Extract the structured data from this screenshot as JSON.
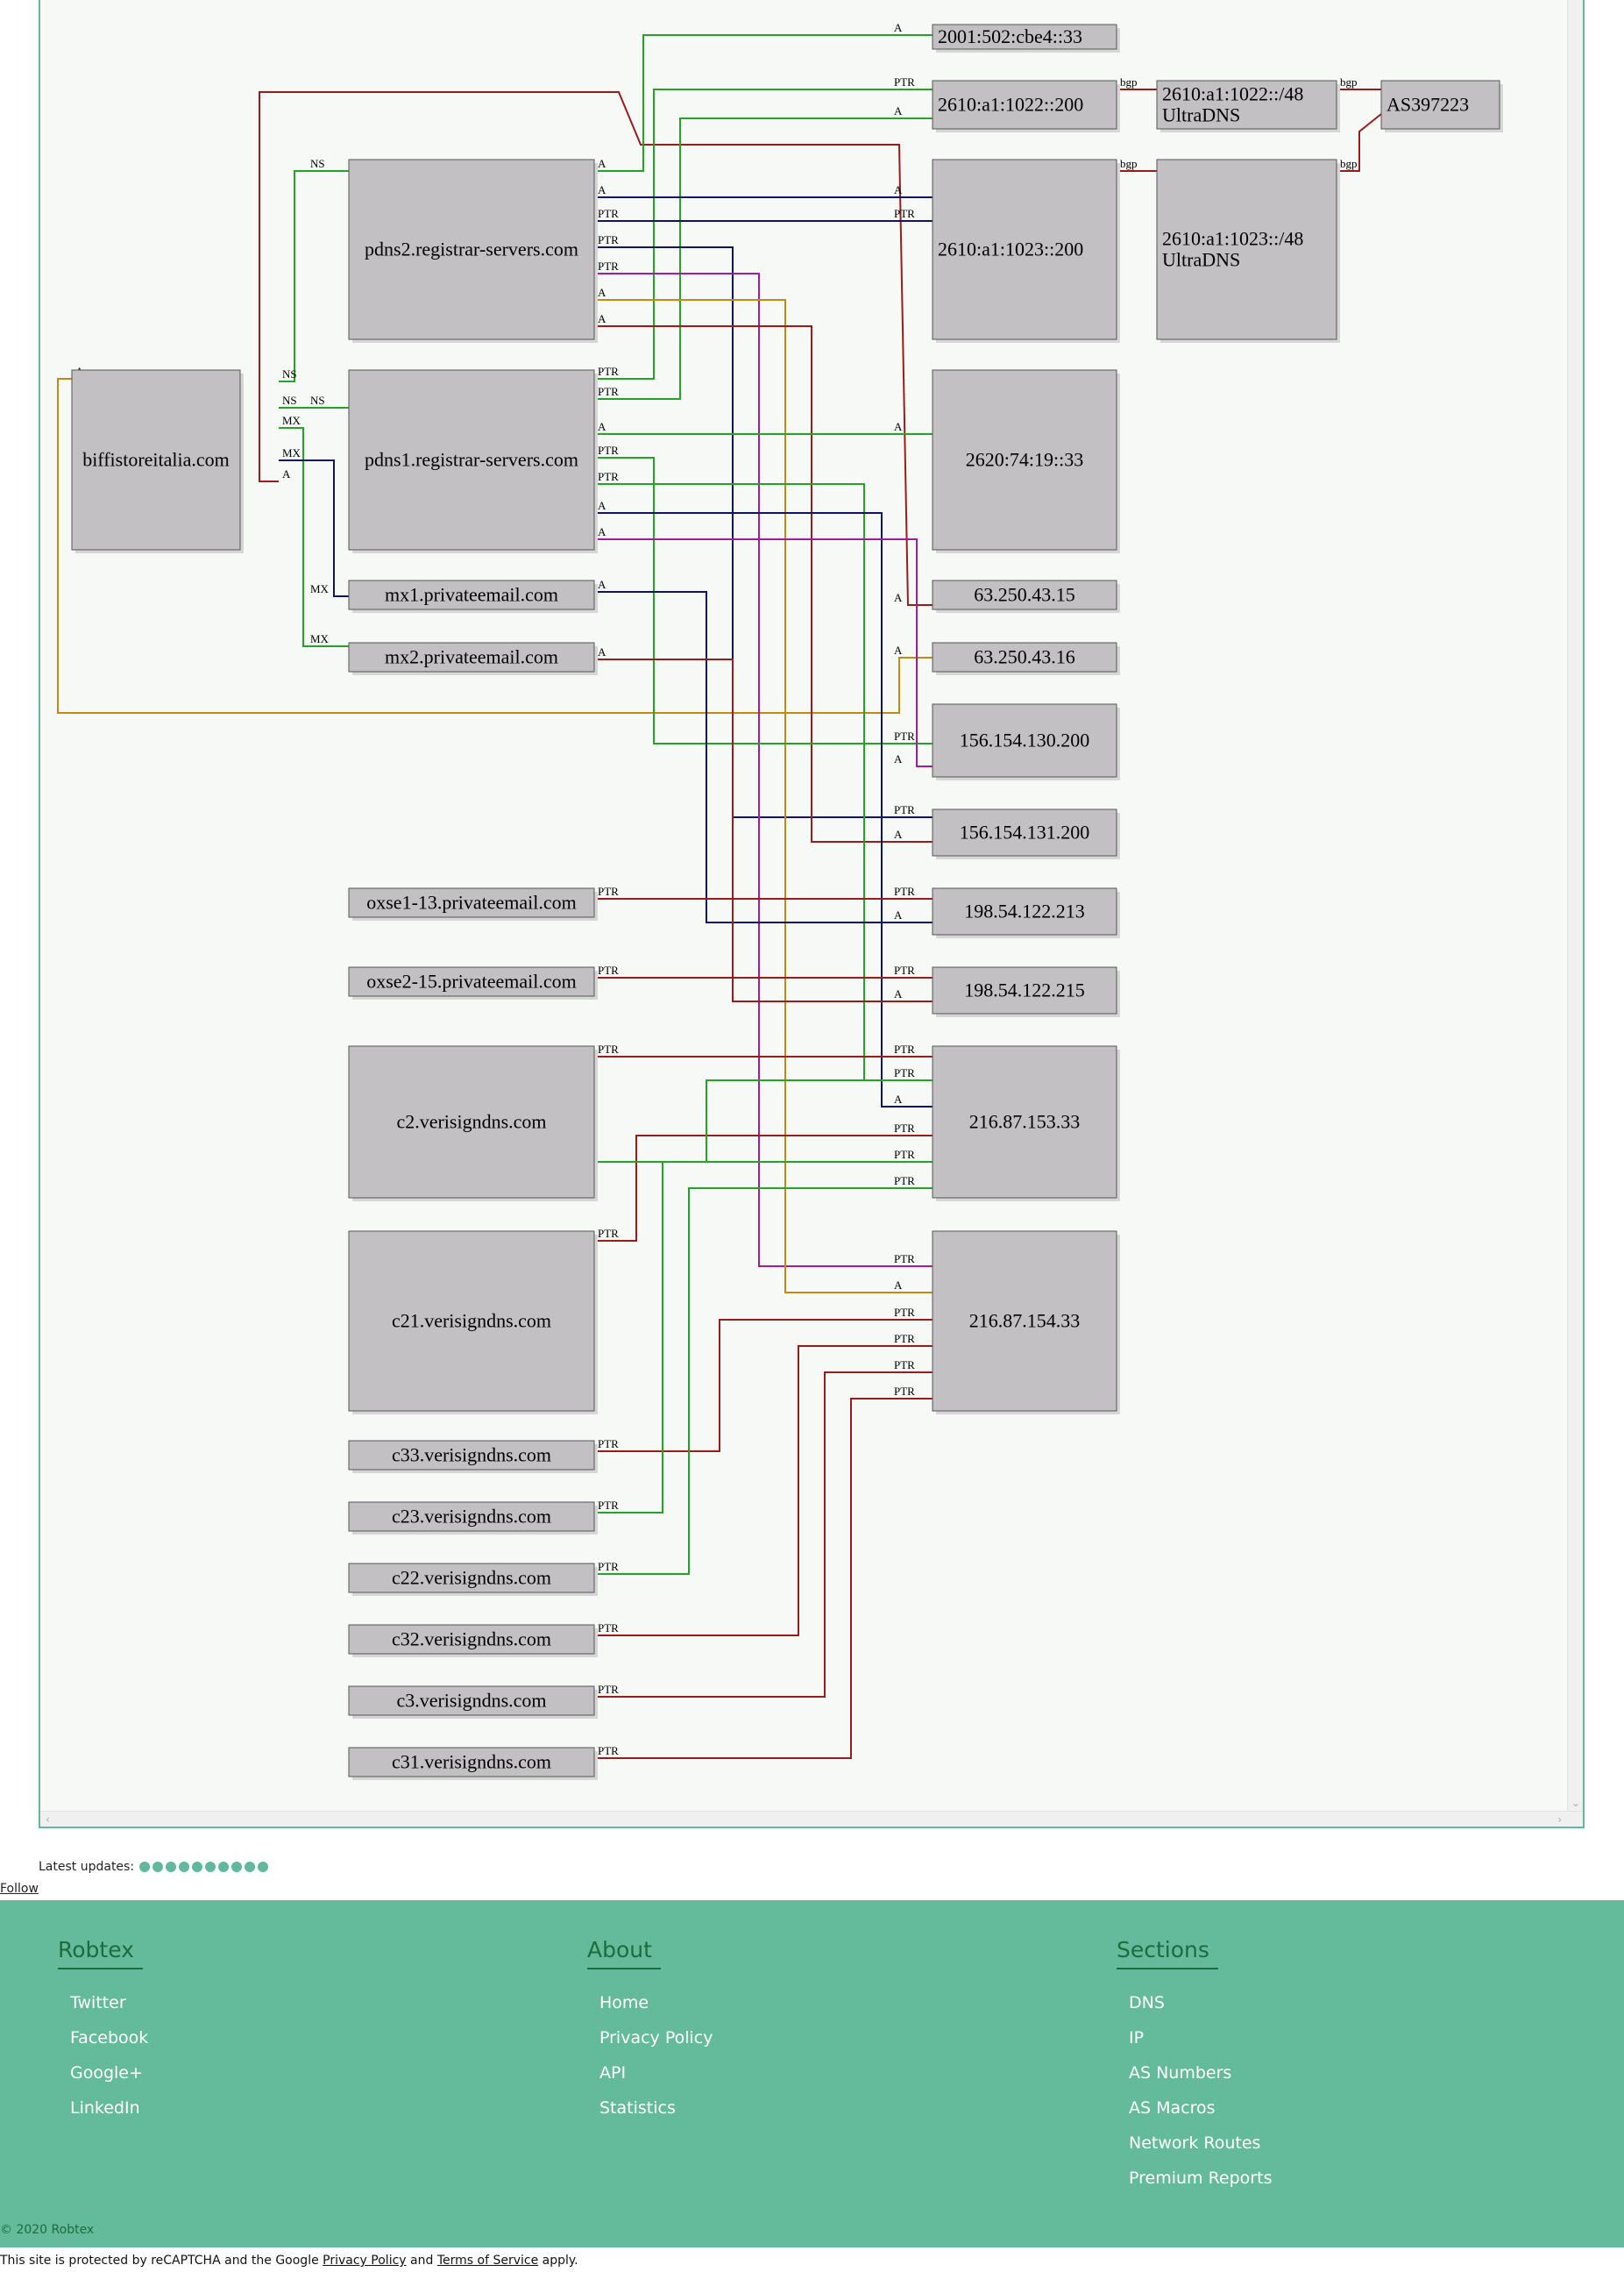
{
  "graph": {
    "nodes": [
      {
        "id": "biff",
        "label": [
          "biffistoreitalia.com"
        ]
      },
      {
        "id": "pdns2",
        "label": [
          "pdns2.registrar-servers.com"
        ]
      },
      {
        "id": "pdns1",
        "label": [
          "pdns1.registrar-servers.com"
        ]
      },
      {
        "id": "mx1",
        "label": [
          "mx1.privateemail.com"
        ]
      },
      {
        "id": "mx2",
        "label": [
          "mx2.privateemail.com"
        ]
      },
      {
        "id": "oxse113",
        "label": [
          "oxse1-13.privateemail.com"
        ]
      },
      {
        "id": "oxse215",
        "label": [
          "oxse2-15.privateemail.com"
        ]
      },
      {
        "id": "c2",
        "label": [
          "c2.verisigndns.com"
        ]
      },
      {
        "id": "c21",
        "label": [
          "c21.verisigndns.com"
        ]
      },
      {
        "id": "c33",
        "label": [
          "c33.verisigndns.com"
        ]
      },
      {
        "id": "c23",
        "label": [
          "c23.verisigndns.com"
        ]
      },
      {
        "id": "c22",
        "label": [
          "c22.verisigndns.com"
        ]
      },
      {
        "id": "c32",
        "label": [
          "c32.verisigndns.com"
        ]
      },
      {
        "id": "c3",
        "label": [
          "c3.verisigndns.com"
        ]
      },
      {
        "id": "c31",
        "label": [
          "c31.verisigndns.com"
        ]
      },
      {
        "id": "ip2001",
        "label": [
          "2001:502:cbe4::33"
        ]
      },
      {
        "id": "ip1022",
        "label": [
          "2610:a1:1022::200"
        ]
      },
      {
        "id": "ip1023",
        "label": [
          "2610:a1:1023::200"
        ]
      },
      {
        "id": "ip2620",
        "label": [
          "2620:74:19::33"
        ]
      },
      {
        "id": "ip6315",
        "label": [
          "63.250.43.15"
        ]
      },
      {
        "id": "ip6316",
        "label": [
          "63.250.43.16"
        ]
      },
      {
        "id": "ip130",
        "label": [
          "156.154.130.200"
        ]
      },
      {
        "id": "ip131",
        "label": [
          "156.154.131.200"
        ]
      },
      {
        "id": "ip213",
        "label": [
          "198.54.122.213"
        ]
      },
      {
        "id": "ip215",
        "label": [
          "198.54.122.215"
        ]
      },
      {
        "id": "ip153",
        "label": [
          "216.87.153.33"
        ]
      },
      {
        "id": "ip154",
        "label": [
          "216.87.154.33"
        ]
      },
      {
        "id": "net1022",
        "label": [
          "2610:a1:1022::/48",
          "UltraDNS"
        ]
      },
      {
        "id": "net1023",
        "label": [
          "2610:a1:1023::/48",
          "UltraDNS"
        ]
      },
      {
        "id": "as",
        "label": [
          "AS397223"
        ]
      }
    ],
    "edge_types": [
      "A",
      "PTR",
      "NS",
      "MX",
      "bgp"
    ],
    "colors": {
      "red": "#9b1b1b",
      "green": "#22a522",
      "navy": "#0d1366",
      "magenta": "#a21ca2",
      "orange": "#c48a10",
      "teal_border": "#5fb99a"
    }
  },
  "updates": {
    "label": "Latest updates:",
    "dots": 10
  },
  "follow_label": "Follow",
  "footer": {
    "columns": [
      {
        "title": "Robtex",
        "items": [
          "Twitter",
          "Facebook",
          "Google+",
          "LinkedIn"
        ]
      },
      {
        "title": "About",
        "items": [
          "Home",
          "Privacy Policy",
          "API",
          "Statistics"
        ]
      },
      {
        "title": "Sections",
        "items": [
          "DNS",
          "IP",
          "AS Numbers",
          "AS Macros",
          "Network Routes",
          "Premium Reports"
        ]
      }
    ],
    "copyright": "© 2020 Robtex"
  },
  "recaptcha": {
    "pre": "This site is protected by reCAPTCHA and the Google ",
    "privacy": "Privacy Policy",
    "mid": " and ",
    "terms": "Terms of Service",
    "post": " apply."
  }
}
